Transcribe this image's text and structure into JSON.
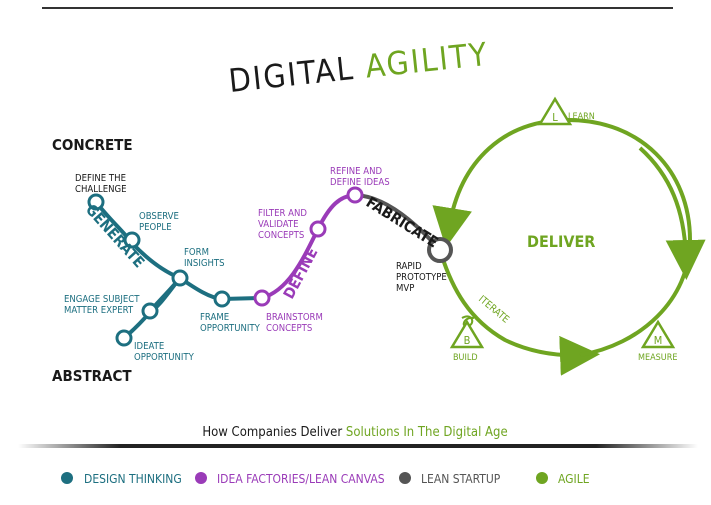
{
  "title": {
    "part1": "DIGITAL ",
    "part2": "AGILITY"
  },
  "axis": {
    "top": "CONCRETE",
    "bottom": "ABSTRACT"
  },
  "phases": {
    "generate": "GENERATE",
    "define": "DEFINE",
    "fabricate": "FABRICATE",
    "deliver": "DELIVER",
    "iterate": "ITERATE"
  },
  "steps": {
    "define_challenge": [
      "DEFINE THE",
      "CHALLENGE"
    ],
    "observe_people": [
      "OBSERVE",
      "PEOPLE"
    ],
    "form_insights": [
      "FORM",
      "INSIGHTS"
    ],
    "engage_expert": [
      "ENGAGE SUBJECT",
      "MATTER EXPERT"
    ],
    "ideate": [
      "IDEATE",
      "OPPORTUNITY"
    ],
    "frame": [
      "FRAME",
      "OPPORTUNITY"
    ],
    "brainstorm": [
      "BRAINSTORM",
      "CONCEPTS"
    ],
    "filter": [
      "FILTER AND",
      "VALIDATE",
      "CONCEPTS"
    ],
    "refine": [
      "REFINE AND",
      "DEFINE IDEAS"
    ],
    "prototype": [
      "RAPID",
      "PROTOTYPE",
      "MVP"
    ]
  },
  "cycle": {
    "learn_letter": "L",
    "learn": "LEARN",
    "build_letter": "B",
    "build": "BUILD",
    "measure_letter": "M",
    "measure": "MEASURE"
  },
  "caption": {
    "part1": "How Companies Deliver ",
    "part2": "Solutions In The Digital Age"
  },
  "legend": [
    {
      "label": "DESIGN THINKING",
      "color": "#1d6f80"
    },
    {
      "label": "IDEA FACTORIES/LEAN CANVAS",
      "color": "#9a3bb8"
    },
    {
      "label": "LEAN STARTUP",
      "color": "#555555"
    },
    {
      "label": "AGILE",
      "color": "#6fa521"
    }
  ],
  "colors": {
    "teal": "#1d6f80",
    "purple": "#9a3bb8",
    "grey": "#555555",
    "green": "#6fa521"
  }
}
